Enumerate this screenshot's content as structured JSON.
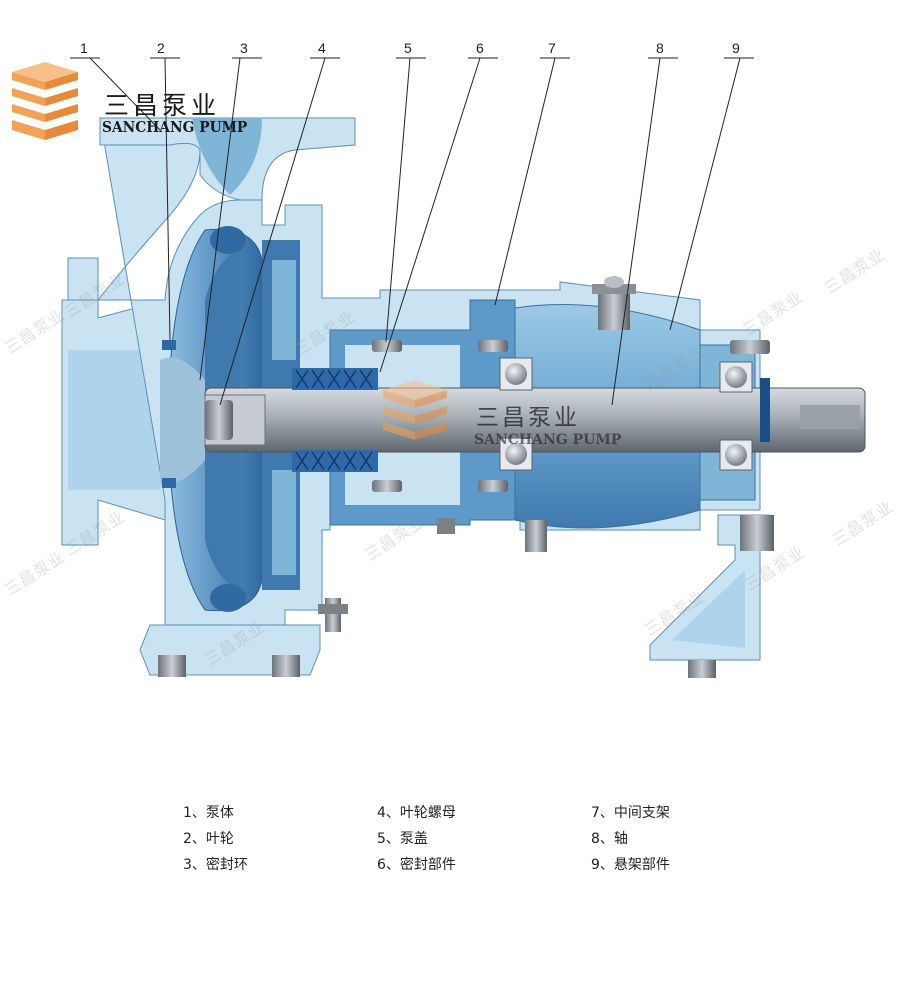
{
  "brand": {
    "name_cn": "三昌泵业",
    "name_en": "SANCHANG PUMP"
  },
  "callouts": [
    "1",
    "2",
    "3",
    "4",
    "5",
    "6",
    "7",
    "8",
    "9"
  ],
  "legend": {
    "col1": [
      "1、泵体",
      "2、叶轮",
      "3、密封环"
    ],
    "col2": [
      "4、叶轮螺母",
      "5、泵盖",
      "6、密封部件"
    ],
    "col3": [
      "7、中间支架",
      "8、轴",
      "9、悬架部件"
    ]
  },
  "watermark": "三昌泵业",
  "colors": {
    "casing": "#c9e3f2",
    "casing_dark": "#7fb6d8",
    "impeller": "#4b86b8",
    "shaft": "#8d969d",
    "seal_packing": "#2d68a8",
    "leader_line": "#222222",
    "logo_orange": "#f2a257"
  }
}
